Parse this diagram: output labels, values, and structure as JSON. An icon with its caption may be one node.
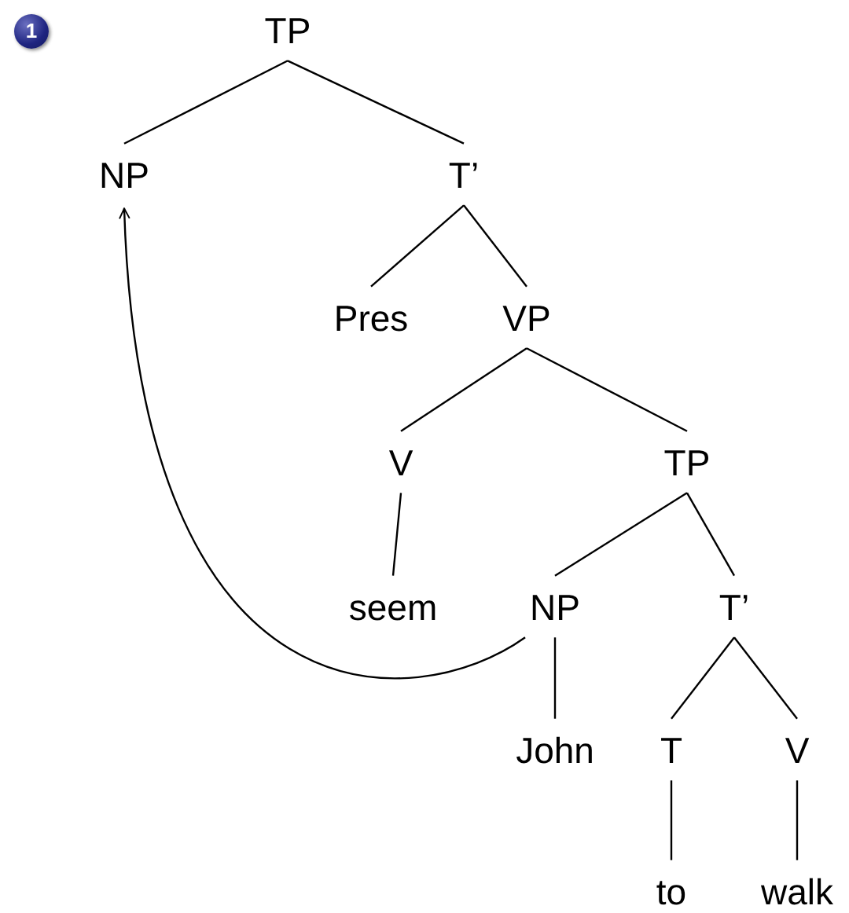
{
  "diagram": {
    "nodes": [
      {
        "text": [
          "1"
        ]
      },
      {
        "text": [
          "TP"
        ]
      },
      {
        "text": [
          "NP"
        ]
      },
      {
        "text": [
          "T’"
        ]
      },
      {
        "text": [
          "Pres"
        ]
      },
      {
        "text": [
          "VP"
        ]
      },
      {
        "text": [
          "V"
        ]
      },
      {
        "text": [
          "TP"
        ]
      },
      {
        "text": [
          "seem"
        ]
      },
      {
        "text": [
          "NP"
        ]
      },
      {
        "text": [
          "T’"
        ]
      },
      {
        "text": [
          "John"
        ]
      },
      {
        "text": [
          "T"
        ]
      },
      {
        "text": [
          "V"
        ]
      },
      {
        "text": [
          "to"
        ]
      },
      {
        "text": [
          "walk"
        ]
      }
    ],
    "edges": [
      {
        "from": 1,
        "to": 2,
        "arrow": "none"
      },
      {
        "from": 1,
        "to": 3,
        "arrow": "none"
      },
      {
        "from": 3,
        "to": 4,
        "arrow": "none"
      },
      {
        "from": 3,
        "to": 5,
        "arrow": "none"
      },
      {
        "from": 5,
        "to": 6,
        "arrow": "none"
      },
      {
        "from": 5,
        "to": 7,
        "arrow": "none"
      },
      {
        "from": 6,
        "to": 8,
        "arrow": "none"
      },
      {
        "from": 7,
        "to": 9,
        "arrow": "none"
      },
      {
        "from": 7,
        "to": 10,
        "arrow": "none"
      },
      {
        "from": 9,
        "to": 11,
        "arrow": "none"
      },
      {
        "from": 10,
        "to": 12,
        "arrow": "none"
      },
      {
        "from": 10,
        "to": 13,
        "arrow": "none"
      },
      {
        "from": 12,
        "to": 14,
        "arrow": "none"
      },
      {
        "from": 13,
        "to": 15,
        "arrow": "none"
      },
      {
        "from": 9,
        "to": 2,
        "arrow": "to"
      }
    ]
  }
}
